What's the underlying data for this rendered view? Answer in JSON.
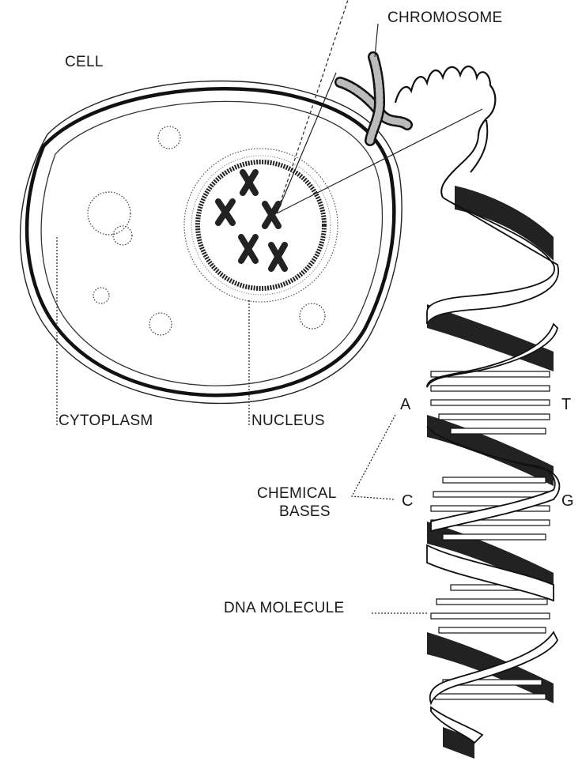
{
  "labels": {
    "cell": "CELL",
    "chromosome": "CHROMOSOME",
    "cytoplasm": "CYTOPLASM",
    "nucleus": "NUCLEUS",
    "chemical_bases_line1": "CHEMICAL",
    "chemical_bases_line2": "BASES",
    "dna_molecule": "DNA MOLECULE"
  },
  "bases": {
    "a": "A",
    "t": "T",
    "c": "C",
    "g": "G"
  },
  "colors": {
    "ink": "#1a1a1a",
    "paper": "#ffffff",
    "ribbon_dark": "#2a2a2a"
  }
}
